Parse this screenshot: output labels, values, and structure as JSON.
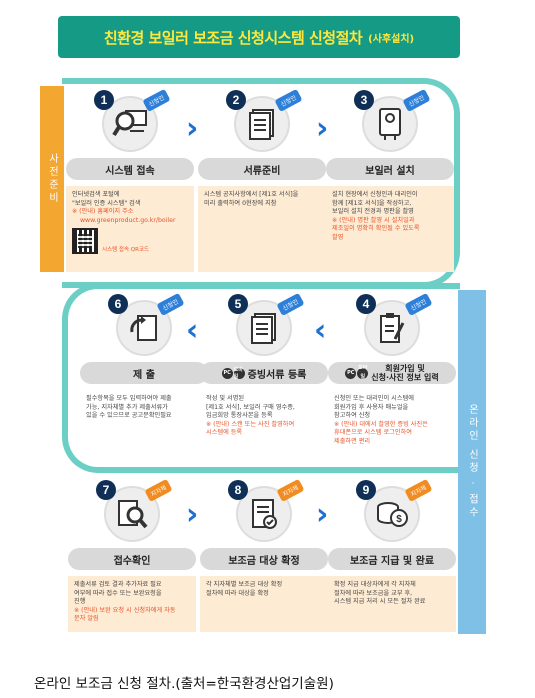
{
  "title": {
    "main": "친환경 보일러 보조금 신청시스템 신청절차",
    "sub": "(사후설치)"
  },
  "side_labels": {
    "pre": "사전준비",
    "online": "온라인 신청 · 접수"
  },
  "tags": {
    "applicant": "신청인",
    "local_gov": "지자체"
  },
  "pc_badge": {
    "pc": "PC",
    "mobile": "모바일"
  },
  "steps": [
    {
      "num": "1",
      "title": "시스템 접속",
      "desc": "인터넷검색 포털에\n\"보일러 인증 시스템\" 검색",
      "note": "※ (안내) 홈페이지 주소",
      "url": "www.greenproduct.go.kr/boiler",
      "qr_label": "시스템 접속 QR코드"
    },
    {
      "num": "2",
      "title": "서류준비",
      "desc": "시스템 공지사항에서 [제1호 서식]을\n미리 출력하여 0현장에 지참"
    },
    {
      "num": "3",
      "title": "보일러 설치",
      "desc": "설치 현장에서 신청인과 대리인이\n함께 [제1호 서식]을 작성하고,\n보일러 설치 전경과 명판을 촬영",
      "note": "※ (안내) 명판 촬영 시 설치일과\n제조일이 명확히 확인될 수 있도록\n촬영"
    },
    {
      "num": "4",
      "title": "회원가입 및\n신청·사진 정보 입력",
      "desc": "신청인 또는 대리인이 시스템에\n회원가입 후 사용자 매뉴얼을\n참고하여 신청",
      "note": "※ (안내) 대에서 촬영한 증빙 사진은\n휴대폰으로 시스템 로그인하여\n제출하면 편리"
    },
    {
      "num": "5",
      "title": "증빙서류 등록",
      "desc": "작성 및 서명된\n[제1호 서식], 보일러 구매 영수증,\n입금희망 통장사본을 등록",
      "note": "※ (안내) 스캔 또는 사진 촬영하여\n시스템에 등록"
    },
    {
      "num": "6",
      "title": "제 출",
      "desc": "필수항목을 모두 입력하여야 제출\n가능, 지자체별 추가 제출서류가\n있을 수 있으므로 공고문확인필요"
    },
    {
      "num": "7",
      "title": "접수확인",
      "desc": "제출서류 검토 결과 추가자료 필요\n여부에 따라 접수 또는 보완요청을\n진행",
      "note": "※ (안내) 보완 요청 시 신청자에게 자동\n문자 알림"
    },
    {
      "num": "8",
      "title": "보조금 대상 확정",
      "desc": "각 지자체별 보조금 대상 확정\n절차에 따라 대상을 확정"
    },
    {
      "num": "9",
      "title": "보조금 지급 및 완료",
      "desc": "확정 지급 대상자에게 각 지자체\n절차에 따라 보조금을 교부 후,\n시스템 지급 처리 시 모든 절차 완료"
    }
  ],
  "caption": "온라인 보조금 신청 절차.(출처=한국환경산업기술원)"
}
